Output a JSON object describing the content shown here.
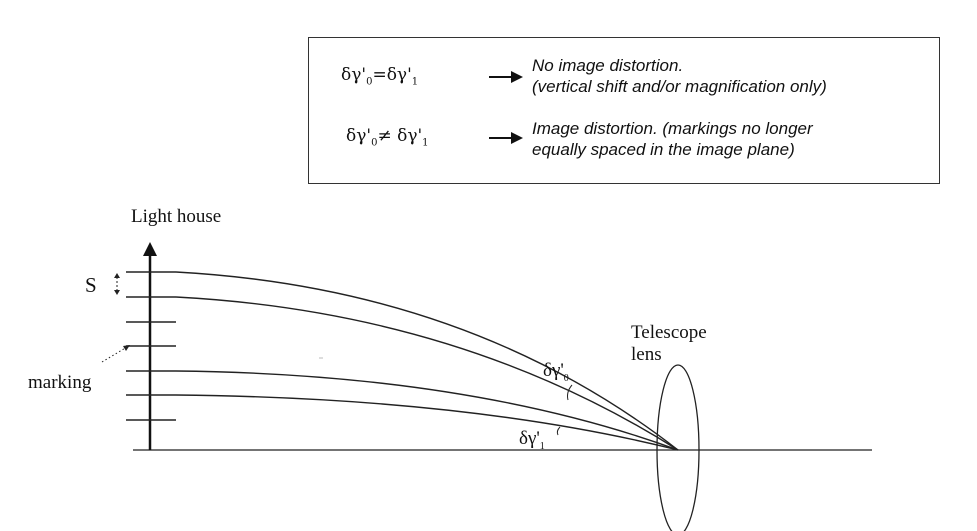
{
  "legend": {
    "row1": {
      "symbol_base": "δγ'",
      "symbol_sub_a": "0",
      "symbol_eq": "=δγ'",
      "symbol_sub_b": "1",
      "line1": "No image distortion.",
      "line2": "(vertical shift and/or magnification only)"
    },
    "row2": {
      "symbol_base": "δγ'",
      "symbol_sub_a": "0",
      "symbol_eq": "≠ δγ'",
      "symbol_sub_b": "1",
      "line1": "Image distortion. (markings no longer",
      "line2": "equally spaced in the image plane)"
    }
  },
  "labels": {
    "lighthouse": "Light house",
    "s_label": "S",
    "marking": "marking",
    "telescope_line1": "Telescope",
    "telescope_line2": "lens",
    "angle0_base": "δγ'",
    "angle0_sub": "0",
    "angle1_base": "δγ'",
    "angle1_sub": "1"
  }
}
